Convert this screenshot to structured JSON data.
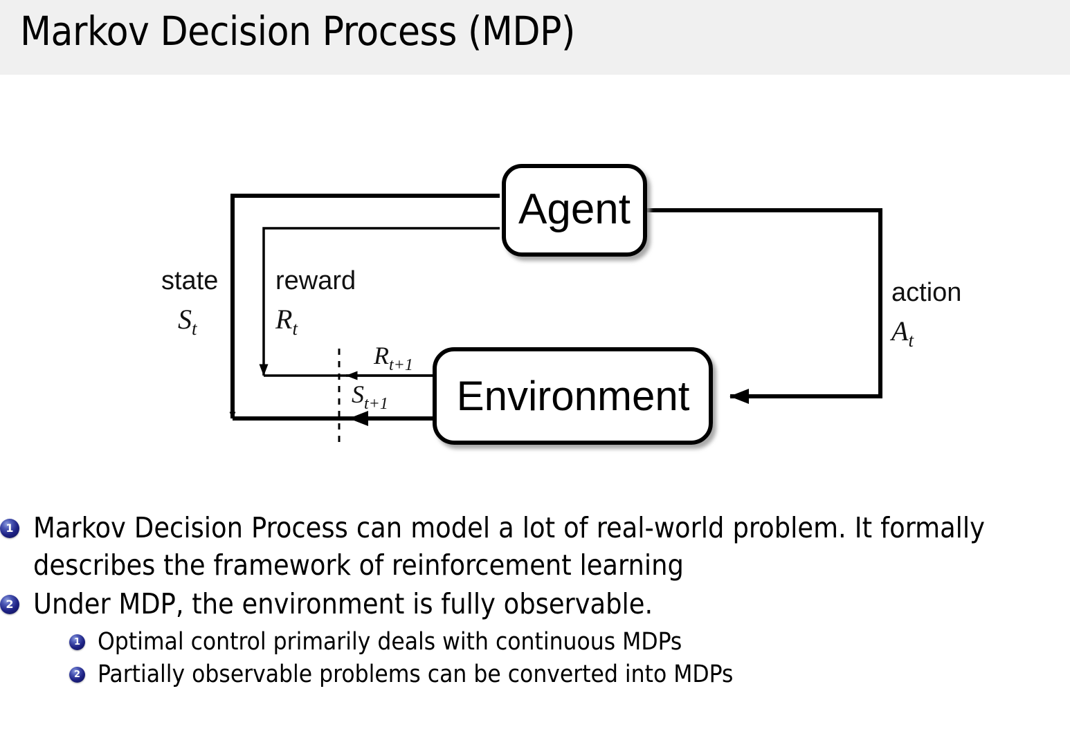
{
  "header": {
    "title": "Markov Decision Process (MDP)",
    "band_color": "#f0f0f0"
  },
  "diagram": {
    "name": "agent-environment-interaction-loop",
    "nodes": {
      "agent": "Agent",
      "environment": "Environment"
    },
    "labels": {
      "state_word": "state",
      "state_symbol": "S",
      "state_symbol_sub": "t",
      "reward_word": "reward",
      "reward_symbol": "R",
      "reward_symbol_sub": "t",
      "action_word": "action",
      "action_symbol": "A",
      "action_symbol_sub": "t",
      "reward_next": "R",
      "reward_next_sub": "t+1",
      "state_next": "S",
      "state_next_sub": "t+1"
    },
    "colors": {
      "stroke": "#000000",
      "box_fill": "#ffffff",
      "shadow": "#b3b3b3"
    }
  },
  "bullets": {
    "marker_color": "#1d2183",
    "level1": [
      {
        "number": "1",
        "text": "Markov Decision Process can model a lot of real-world problem. It formally describes the framework of reinforcement learning",
        "children": []
      },
      {
        "number": "2",
        "text": "Under MDP, the environment is fully observable.",
        "children": [
          {
            "number": "1",
            "text": "Optimal control primarily deals with continuous MDPs"
          },
          {
            "number": "2",
            "text": "Partially observable problems can be converted into MDPs"
          }
        ]
      }
    ]
  }
}
